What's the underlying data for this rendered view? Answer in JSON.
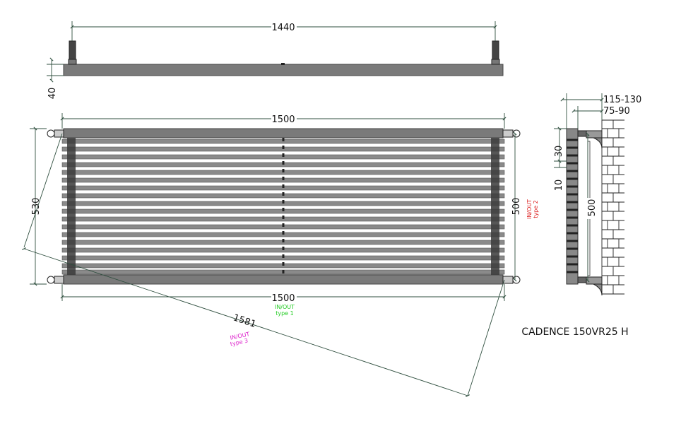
{
  "drawing": {
    "title": "CADENCE 150VR25 H",
    "top_view": {
      "pipe_spacing": "1440",
      "depth": "40"
    },
    "front_view": {
      "width_top": "1500",
      "width_bottom": "1500",
      "total_height": "530",
      "pipe_centers": "500",
      "diagonal": "1581"
    },
    "side_view": {
      "projection_max": "115-130",
      "projection_wall": "75-90",
      "bracket_height": "30",
      "bracket_offset": "10",
      "pipe_centers": "500"
    },
    "connections": {
      "type1": {
        "label": "IN/OUT",
        "type": "type 1",
        "color": "#22cc22"
      },
      "type2": {
        "label": "IN/OUT",
        "type": "type 2",
        "color": "#dd2222"
      },
      "type3": {
        "label": "IN/OUT",
        "type": "type 3",
        "color": "#dd22cc"
      }
    }
  }
}
